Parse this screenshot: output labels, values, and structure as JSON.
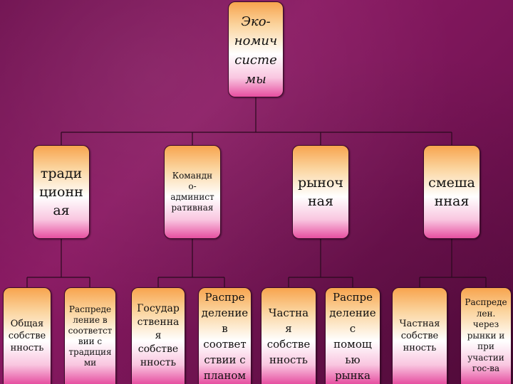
{
  "colors": {
    "background": "#7a1558",
    "box_top": "#f7a44e",
    "box_bottom": "#e64fa0",
    "connector": "#2a0a1e"
  },
  "root": {
    "label": "Эко-\nномич\nсисте\nмы"
  },
  "types": [
    {
      "label": "тради\nционн\nая"
    },
    {
      "label": "Командн\nо-\nадминист\nративная"
    },
    {
      "label": "рыноч\nная"
    },
    {
      "label": "смеша\nнная"
    }
  ],
  "features": [
    {
      "label": "Общая\nсобстве\nнность"
    },
    {
      "label": "Распреде\nление в\nсоответст\nвии с\nтрадиция\nми"
    },
    {
      "label": "Государ\nственна\nя\nсобстве\nнность"
    },
    {
      "label": "Распре\nделение\nв\nсоответ\nствии с\nпланом"
    },
    {
      "label": "Частна\nя\nсобстве\nнность"
    },
    {
      "label": "Распре\nделение\nс\nпомощ\nью\nрынка"
    },
    {
      "label": "Частная\nсобстве\nнность"
    },
    {
      "label": "Распреде\nлен.\nчерез\nрынки и\nпри\nучастии\nгос-ва"
    }
  ]
}
